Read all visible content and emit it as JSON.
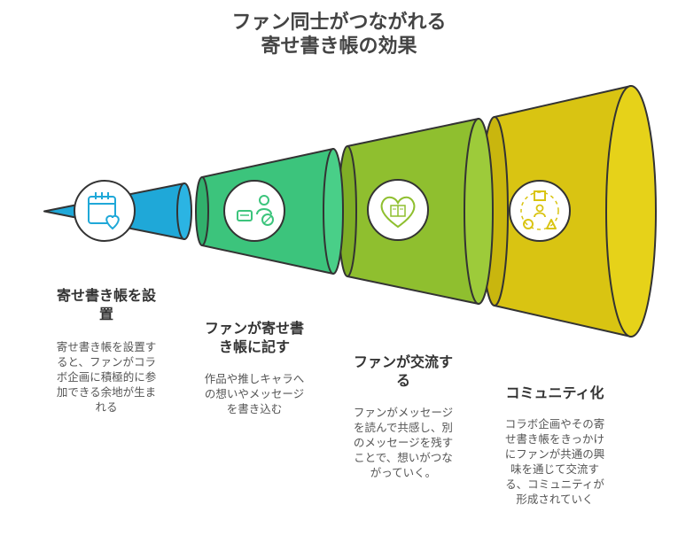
{
  "title": {
    "line1": "ファン同士がつながれる",
    "line2": "寄せ書き帳の効果"
  },
  "colors": {
    "stage1": "#1fa8d8",
    "stage2": "#3cc47c",
    "stage3": "#8fbf2f",
    "stage4": "#ddc916"
  },
  "stages": [
    {
      "heading_lines": [
        "寄せ書き帳を設",
        "置"
      ],
      "desc_lines": [
        "寄せ書き帳を設置す",
        "ると、ファンがコラ",
        "ボ企画に積極的に参",
        "加できる余地が生ま",
        "れる"
      ],
      "icon": "calendar-heart-icon"
    },
    {
      "heading_lines": [
        "ファンが寄せ書",
        "き帳に記す"
      ],
      "desc_lines": [
        "作品や推しキャラへ",
        "の想いやメッセージ",
        "を書き込む"
      ],
      "icon": "people-exchange-icon"
    },
    {
      "heading_lines": [
        "ファンが交流す",
        "る"
      ],
      "desc_lines": [
        "ファンがメッセージ",
        "を読んで共感し、別",
        "のメッセージを残す",
        "ことで、想いがつな",
        "がっていく。"
      ],
      "icon": "heart-book-icon"
    },
    {
      "heading_lines": [
        "コミュニティ化"
      ],
      "desc_lines": [
        "コラボ企画やその寄",
        "せ書き帳をきっかけ",
        "にファンが共通の興",
        "味を通じて交流す",
        "る、コミュニティが",
        "形成されていく"
      ],
      "icon": "community-shapes-icon"
    }
  ]
}
